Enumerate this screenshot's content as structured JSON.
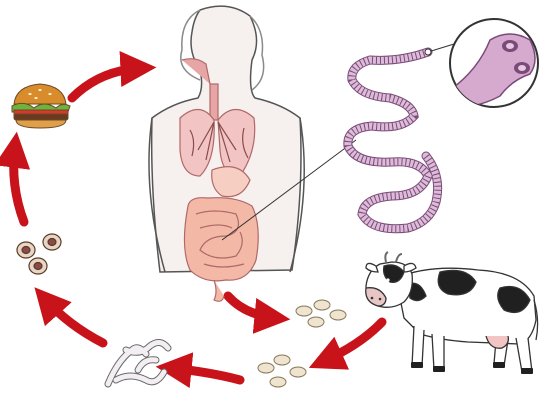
{
  "diagram": {
    "stages": [
      {
        "id": "human",
        "icon": "human-torso-icon"
      },
      {
        "id": "tapeworm",
        "icon": "tapeworm-icon"
      },
      {
        "id": "scolex",
        "icon": "scolex-magnified-icon"
      },
      {
        "id": "eggs-in-feces",
        "icon": "egg-cluster-icon"
      },
      {
        "id": "cow",
        "icon": "cow-icon"
      },
      {
        "id": "eggs-near-cow",
        "icon": "egg-cluster-icon"
      },
      {
        "id": "larvae",
        "icon": "larvae-icon"
      },
      {
        "id": "cysts",
        "icon": "cyst-icon"
      },
      {
        "id": "burger",
        "icon": "burger-icon"
      }
    ],
    "colors": {
      "arrow": "#c8131b",
      "skin": "#f6f1ee",
      "outline": "#555555",
      "organ": "#f2c4c4",
      "intestine": "#f3b9a6",
      "worm": "#dcbcd8",
      "worm_outline": "#7a4a78",
      "egg": "#efe4cf",
      "cow_black": "#202020",
      "bun": "#d98c2b",
      "patty": "#6b3a1e",
      "lettuce": "#6fb33a",
      "tomato": "#d63a2c"
    }
  }
}
